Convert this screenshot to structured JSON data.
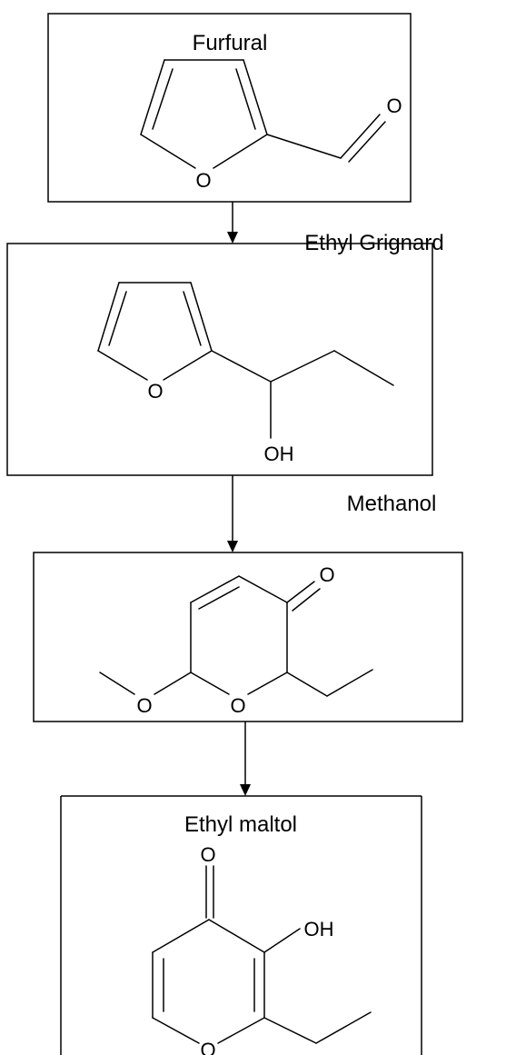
{
  "compounds": {
    "furfural": {
      "name": "Furfural",
      "o_ring": "O",
      "o_carbonyl": "O"
    },
    "intermediate1": {
      "o_ring": "O",
      "oh": "OH"
    },
    "intermediate2": {
      "o_ring": "O",
      "o_methoxy": "O",
      "o_ketone": "O"
    },
    "ethyl_maltol": {
      "name": "Ethyl maltol",
      "o_ring": "O",
      "o_ketone": "O",
      "oh": "OH"
    }
  },
  "reagents": {
    "step1": "Ethyl Grignard",
    "step2": "Methanol"
  }
}
